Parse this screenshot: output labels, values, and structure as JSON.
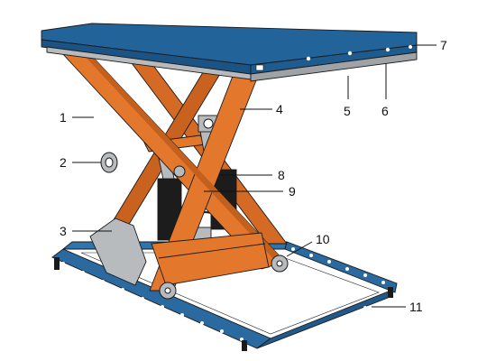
{
  "colors": {
    "platform_blue": "#22649a",
    "frame_blue": "#2a6aa0",
    "scissor_orange": "#e3782d",
    "scissor_shadow": "#b8561a",
    "steel_gray": "#b8bbbd",
    "cylinder_black": "#1c1c1c"
  },
  "callouts": [
    {
      "id": "1",
      "text": "1"
    },
    {
      "id": "2",
      "text": "2"
    },
    {
      "id": "3",
      "text": "3"
    },
    {
      "id": "4",
      "text": "4"
    },
    {
      "id": "5",
      "text": "5"
    },
    {
      "id": "6",
      "text": "6"
    },
    {
      "id": "7",
      "text": "7"
    },
    {
      "id": "8",
      "text": "8"
    },
    {
      "id": "9",
      "text": "9"
    },
    {
      "id": "10",
      "text": "10"
    },
    {
      "id": "11",
      "text": "11"
    }
  ]
}
